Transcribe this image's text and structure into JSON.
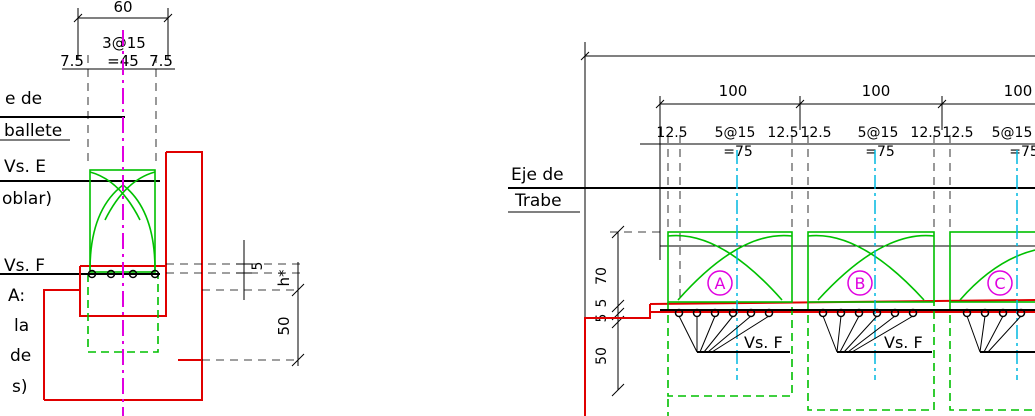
{
  "left_detail": {
    "dims": {
      "overall": "60",
      "spacing": "3@15",
      "spacing_total": "=45",
      "edge_left": "7.5",
      "edge_right": "7.5",
      "bar_offset": "5",
      "height_var": "h*",
      "depth": "50"
    },
    "labels": {
      "eje_line1": "e de",
      "eje_line2": "ballete",
      "vs_e": "Vs. E",
      "vs_e_note": "oblar)",
      "vs_f": "Vs. F",
      "note_line1": "A:",
      "note_line2": "la",
      "note_line3": "de",
      "note_line4": "s)"
    }
  },
  "right_detail": {
    "dims": {
      "top_overall": "",
      "beam_spacings": [
        "100",
        "100",
        "100"
      ],
      "edge_a": "12.5",
      "spacing": "5@15",
      "spacing_total": "=75",
      "edge_b": "12.5",
      "vertical_dims": [
        "70",
        "5",
        "5",
        "50"
      ]
    },
    "labels": {
      "eje_trabe_line1": "Eje de",
      "eje_trabe_line2": "Trabe",
      "vs_f": "Vs. F"
    },
    "markers": [
      "A",
      "B",
      "C"
    ]
  },
  "colors": {
    "concrete": "#e00000",
    "rebar": "#00c000",
    "centerline": "#e000e0",
    "beam_axis": "#00b8e0",
    "marker": "#e000e0"
  }
}
